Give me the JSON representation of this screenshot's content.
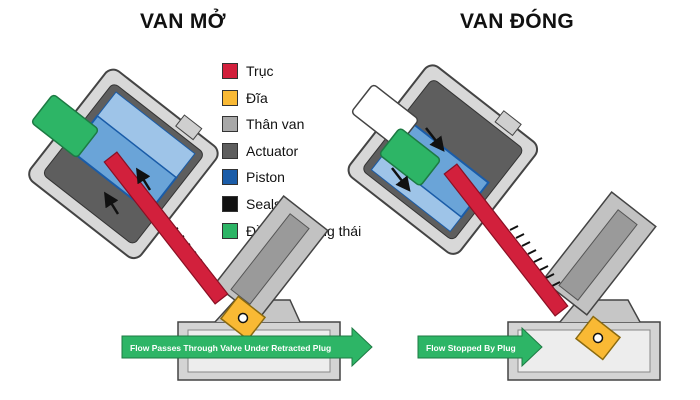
{
  "titles": {
    "open": "VAN MỞ",
    "closed": "VAN ĐÓNG"
  },
  "legend": [
    {
      "label": "Trục",
      "color": "#d2203c"
    },
    {
      "label": "Đĩa",
      "color": "#f9b934"
    },
    {
      "label": "Thân van",
      "color": "#a8a8a8"
    },
    {
      "label": "Actuator",
      "color": "#5e5e5e"
    },
    {
      "label": "Piston",
      "color": "#1a5ca8"
    },
    {
      "label": "Seals",
      "color": "#111111"
    },
    {
      "label": "Đầu báo trạng thái",
      "color": "#2db566"
    }
  ],
  "flow_labels": {
    "open": "Flow Passes Through Valve Under Retracted Plug",
    "closed": "Flow Stopped By Plug"
  },
  "colors": {
    "actuator_housing": "#d8d8d8",
    "actuator_inner": "#5e5e5e",
    "piston_blue": "#6aa4d8",
    "piston_dark": "#1a5ca8",
    "body_grey": "#b8b8b8",
    "flow_green": "#2db566",
    "stem_red": "#d2203c",
    "disc_yellow": "#f9b934"
  }
}
